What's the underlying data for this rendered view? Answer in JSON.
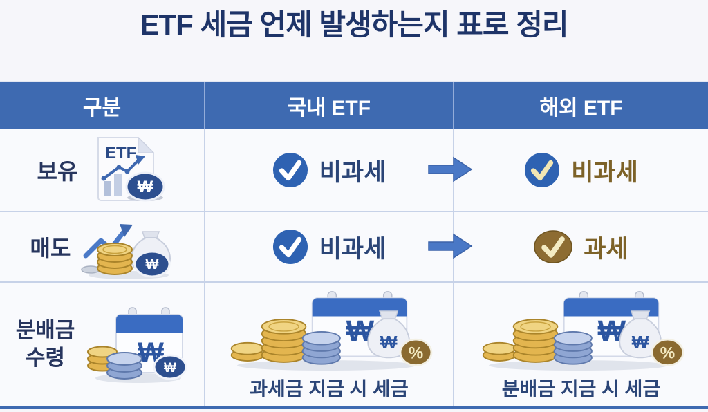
{
  "title": "ETF 세금 언제 발생하는지 표로 정리",
  "table": {
    "headers": [
      {
        "label": "구분"
      },
      {
        "label": "국내 ETF"
      },
      {
        "label": "해외 ETF"
      }
    ],
    "rows": [
      {
        "label": "보유",
        "domestic": {
          "status": "비과세",
          "check_style": "blue-circle-white-check"
        },
        "overseas": {
          "status": "비과세",
          "check_style": "blue-circle-cream-check"
        }
      },
      {
        "label": "매도",
        "domestic": {
          "status": "비과세",
          "check_style": "blue-circle-white-check"
        },
        "overseas": {
          "status": "과세",
          "check_style": "bronze-circle-cream-check"
        }
      },
      {
        "label_line1": "분배금",
        "label_line2": "수령",
        "domestic": {
          "caption": "과세금 지금 시 세금"
        },
        "overseas": {
          "caption": "분배금 지금 시 세금"
        }
      }
    ]
  },
  "icons": {
    "etf_doc_label": "ETF",
    "won_symbol": "₩",
    "percent_symbol": "%"
  },
  "colors": {
    "page_bg": "#f6f6fa",
    "header_bg": "#3e6ab1",
    "cell_bg": "#f9fafd",
    "grid_line": "#c7d2e8",
    "title_text": "#1e3468",
    "navy_text": "#2b4577",
    "bronze_text": "#7d6228",
    "check_blue": "#2e62b2",
    "check_bronze": "#8d6c32",
    "cream": "#f2e7b4",
    "arrow_blue": "#4a78c6",
    "gold_coin": "#e6bc55"
  },
  "chart_data": {
    "type": "table",
    "title": "ETF 세금 언제 발생하는지 표로 정리",
    "columns": [
      "구분",
      "국내 ETF",
      "해외 ETF"
    ],
    "rows": [
      [
        "보유",
        "비과세",
        "비과세"
      ],
      [
        "매도",
        "비과세",
        "과세"
      ],
      [
        "분배금 수령",
        "과세금 지금 시 세금",
        "분배금 지금 시 세금"
      ]
    ]
  }
}
